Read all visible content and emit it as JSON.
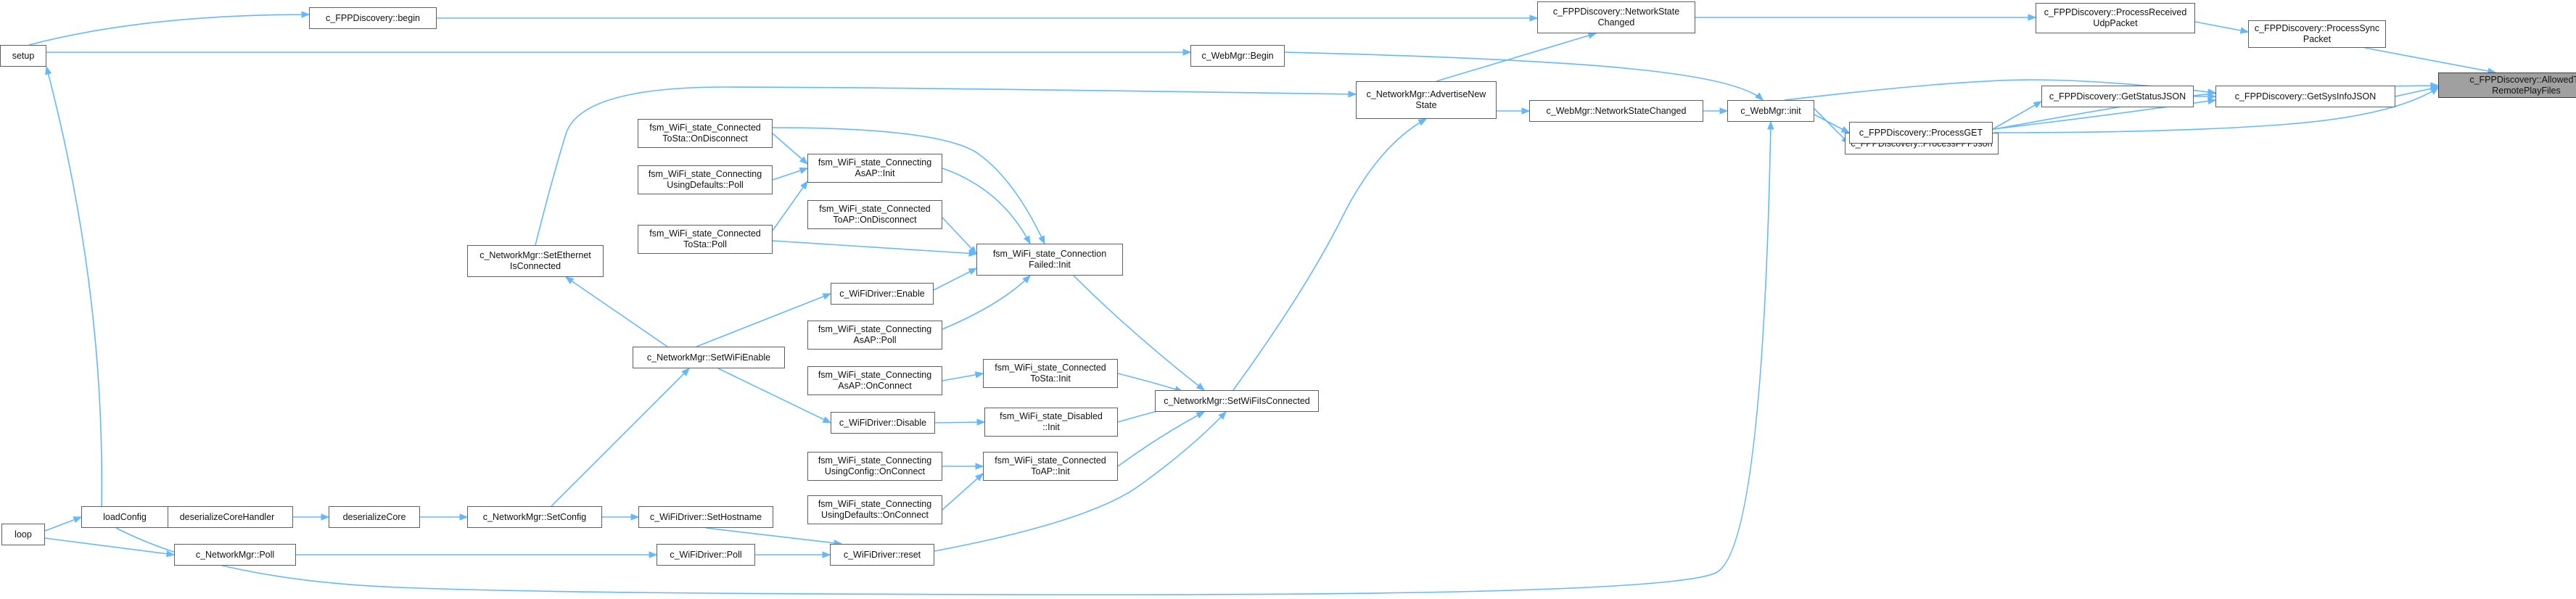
{
  "colors": {
    "edge": "#63b8ff",
    "node_border": "#5f5f5f",
    "focus_fill": "#a0a0a0"
  },
  "nodes": [
    {
      "id": "allowed",
      "lines": [
        "c_FPPDiscovery::AllowedTo",
        "RemotePlayFiles"
      ],
      "focus": true
    },
    {
      "id": "sync",
      "lines": [
        "c_FPPDiscovery::ProcessSync",
        "Packet"
      ]
    },
    {
      "id": "sysinfo",
      "lines": [
        "c_FPPDiscovery::GetSysInfoJSON"
      ]
    },
    {
      "id": "recvudp",
      "lines": [
        "c_FPPDiscovery::ProcessReceived",
        "UdpPacket"
      ]
    },
    {
      "id": "statusjson",
      "lines": [
        "c_FPPDiscovery::GetStatusJSON"
      ]
    },
    {
      "id": "fppjson",
      "lines": [
        "c_FPPDiscovery::ProcessFPPJson"
      ]
    },
    {
      "id": "procget",
      "lines": [
        "c_FPPDiscovery::ProcessGET"
      ]
    },
    {
      "id": "netstate",
      "lines": [
        "c_FPPDiscovery::NetworkState",
        "Changed"
      ]
    },
    {
      "id": "webinit",
      "lines": [
        "c_WebMgr::init"
      ]
    },
    {
      "id": "webnsc",
      "lines": [
        "c_WebMgr::NetworkStateChanged"
      ]
    },
    {
      "id": "advstate",
      "lines": [
        "c_NetworkMgr::AdvertiseNew",
        "State"
      ]
    },
    {
      "id": "webbegin",
      "lines": [
        "c_WebMgr::Begin"
      ]
    },
    {
      "id": "discbegin",
      "lines": [
        "c_FPPDiscovery::begin"
      ]
    },
    {
      "id": "setup",
      "lines": [
        "setup"
      ]
    },
    {
      "id": "setwifi",
      "lines": [
        "c_NetworkMgr::SetWiFiIsConnected"
      ]
    },
    {
      "id": "cfinit",
      "lines": [
        "fsm_WiFi_state_Connection",
        "Failed::Init"
      ]
    },
    {
      "id": "ctstainit",
      "lines": [
        "fsm_WiFi_state_Connected",
        "ToSta::Init"
      ]
    },
    {
      "id": "disinit",
      "lines": [
        "fsm_WiFi_state_Disabled",
        "::Init"
      ]
    },
    {
      "id": "ctapinit",
      "lines": [
        "fsm_WiFi_state_Connected",
        "ToAP::Init"
      ]
    },
    {
      "id": "drvreset",
      "lines": [
        "c_WiFiDriver::reset"
      ]
    },
    {
      "id": "casapinit",
      "lines": [
        "fsm_WiFi_state_Connecting",
        "AsAP::Init"
      ]
    },
    {
      "id": "ctaponds",
      "lines": [
        "fsm_WiFi_state_Connected",
        "ToAP::OnDisconnect"
      ]
    },
    {
      "id": "drvenable",
      "lines": [
        "c_WiFiDriver::Enable"
      ]
    },
    {
      "id": "casappoll",
      "lines": [
        "fsm_WiFi_state_Connecting",
        "AsAP::Poll"
      ]
    },
    {
      "id": "ctstaonds",
      "lines": [
        "fsm_WiFi_state_Connected",
        "ToSta::OnDisconnect"
      ]
    },
    {
      "id": "cudpoll",
      "lines": [
        "fsm_WiFi_state_Connecting",
        "UsingDefaults::Poll"
      ]
    },
    {
      "id": "ctstapoll",
      "lines": [
        "fsm_WiFi_state_Connected",
        "ToSta::Poll"
      ]
    },
    {
      "id": "casaponc",
      "lines": [
        "fsm_WiFi_state_Connecting",
        "AsAP::OnConnect"
      ]
    },
    {
      "id": "drvdisable",
      "lines": [
        "c_WiFiDriver::Disable"
      ]
    },
    {
      "id": "cucfgonc",
      "lines": [
        "fsm_WiFi_state_Connecting",
        "UsingConfig::OnConnect"
      ]
    },
    {
      "id": "cudonc",
      "lines": [
        "fsm_WiFi_state_Connecting",
        "UsingDefaults::OnConnect"
      ]
    },
    {
      "id": "sethost",
      "lines": [
        "c_WiFiDriver::SetHostname"
      ]
    },
    {
      "id": "drvpoll",
      "lines": [
        "c_WiFiDriver::Poll"
      ]
    },
    {
      "id": "seteth",
      "lines": [
        "c_NetworkMgr::SetEthernet",
        "IsConnected"
      ]
    },
    {
      "id": "setwifien",
      "lines": [
        "c_NetworkMgr::SetWiFiEnable"
      ]
    },
    {
      "id": "setconfig",
      "lines": [
        "c_NetworkMgr::SetConfig"
      ]
    },
    {
      "id": "deser",
      "lines": [
        "deserializeCore"
      ]
    },
    {
      "id": "deserh",
      "lines": [
        "deserializeCoreHandler"
      ]
    },
    {
      "id": "loadcfg",
      "lines": [
        "loadConfig"
      ]
    },
    {
      "id": "netpoll",
      "lines": [
        "c_NetworkMgr::Poll"
      ]
    },
    {
      "id": "loop",
      "lines": [
        "loop"
      ]
    }
  ],
  "edges": [
    [
      "sync",
      "allowed"
    ],
    [
      "sysinfo",
      "allowed"
    ],
    [
      "procget",
      "allowed"
    ],
    [
      "fppjson",
      "allowed"
    ],
    [
      "recvudp",
      "sync"
    ],
    [
      "statusjson",
      "sysinfo"
    ],
    [
      "procget",
      "sysinfo"
    ],
    [
      "webinit",
      "sysinfo"
    ],
    [
      "netstate",
      "recvudp"
    ],
    [
      "procget",
      "statusjson"
    ],
    [
      "webinit",
      "fppjson"
    ],
    [
      "webinit",
      "procget"
    ],
    [
      "discbegin",
      "netstate"
    ],
    [
      "advstate",
      "netstate"
    ],
    [
      "webnsc",
      "webinit"
    ],
    [
      "webbegin",
      "webinit"
    ],
    [
      "loadcfg",
      "webinit"
    ],
    [
      "advstate",
      "webnsc"
    ],
    [
      "setwifi",
      "advstate"
    ],
    [
      "seteth",
      "advstate"
    ],
    [
      "setup",
      "webbegin"
    ],
    [
      "setup",
      "discbegin"
    ],
    [
      "loadcfg",
      "setup"
    ],
    [
      "cfinit",
      "setwifi"
    ],
    [
      "ctstainit",
      "setwifi"
    ],
    [
      "disinit",
      "setwifi"
    ],
    [
      "ctapinit",
      "setwifi"
    ],
    [
      "drvreset",
      "setwifi"
    ],
    [
      "casapinit",
      "cfinit"
    ],
    [
      "ctaponds",
      "cfinit"
    ],
    [
      "ctstaonds",
      "cfinit"
    ],
    [
      "drvenable",
      "cfinit"
    ],
    [
      "casappoll",
      "cfinit"
    ],
    [
      "ctstapoll",
      "cfinit"
    ],
    [
      "casaponc",
      "ctstainit"
    ],
    [
      "drvdisable",
      "disinit"
    ],
    [
      "cucfgonc",
      "ctapinit"
    ],
    [
      "cudonc",
      "ctapinit"
    ],
    [
      "sethost",
      "drvreset"
    ],
    [
      "drvpoll",
      "drvreset"
    ],
    [
      "ctstaonds",
      "casapinit"
    ],
    [
      "cudpoll",
      "casapinit"
    ],
    [
      "ctstapoll",
      "casapinit"
    ],
    [
      "setwifien",
      "drvenable"
    ],
    [
      "setwifien",
      "drvdisable"
    ],
    [
      "setwifien",
      "seteth"
    ],
    [
      "setconfig",
      "setwifien"
    ],
    [
      "setconfig",
      "sethost"
    ],
    [
      "deser",
      "setconfig"
    ],
    [
      "deserh",
      "deser"
    ],
    [
      "loadcfg",
      "deserh"
    ],
    [
      "netpoll",
      "drvpoll"
    ],
    [
      "loop",
      "loadcfg"
    ],
    [
      "loop",
      "netpoll"
    ]
  ]
}
